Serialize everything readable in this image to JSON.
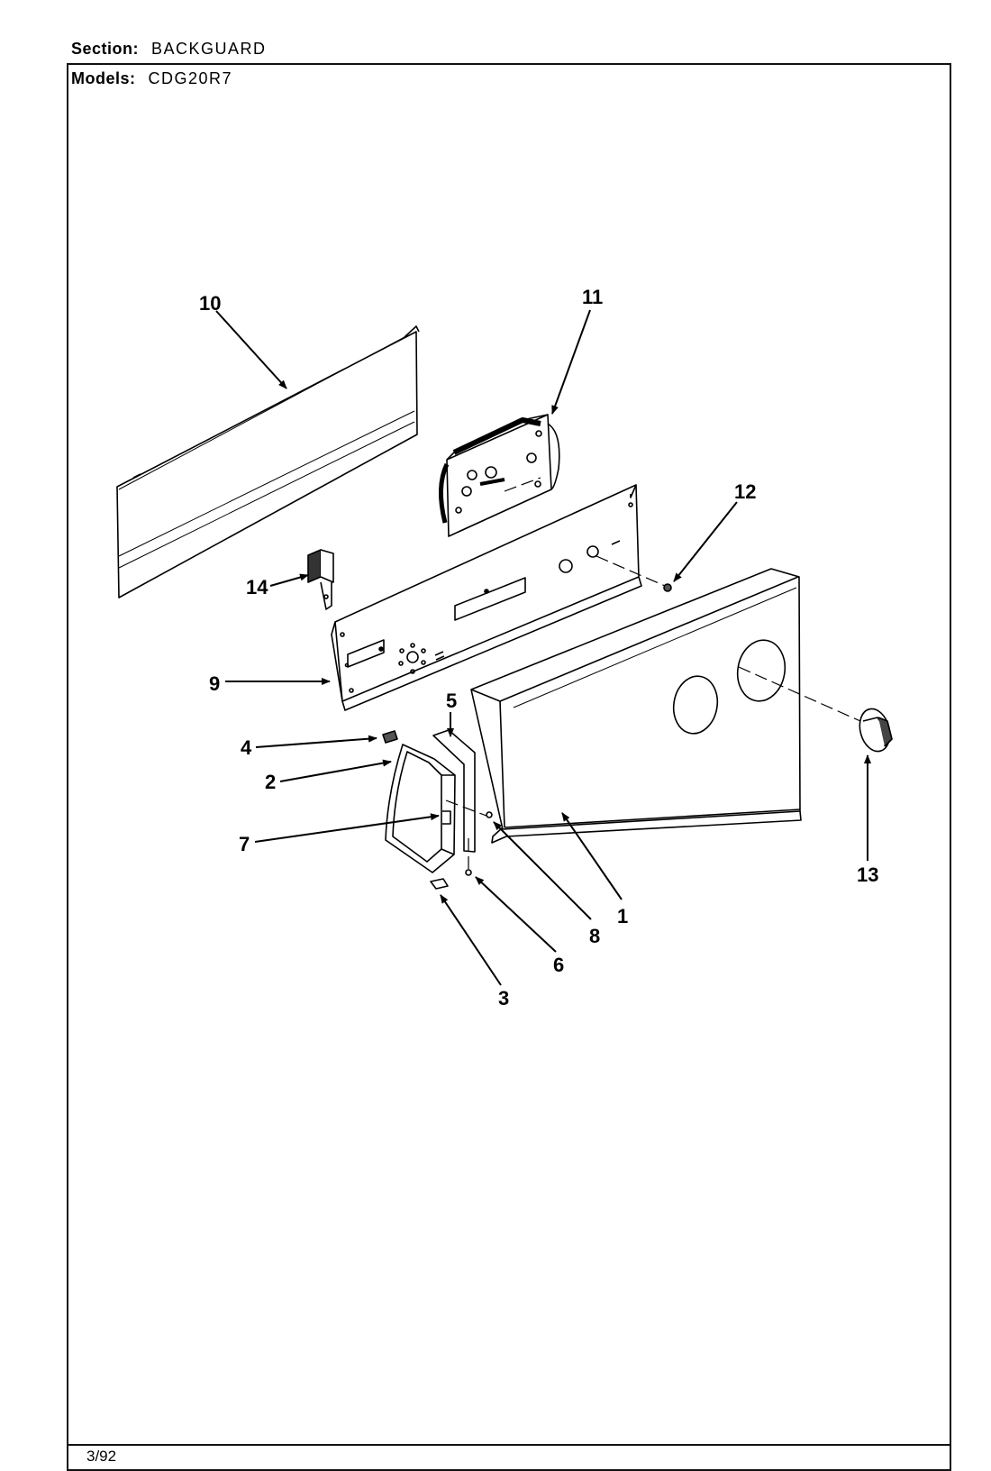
{
  "header": {
    "section_label": "Section:",
    "section_value": "BACKGUARD",
    "models_label": "Models:",
    "models_value": "CDG20R7"
  },
  "footer": {
    "date": "3/92"
  },
  "callouts": [
    "1",
    "2",
    "3",
    "4",
    "5",
    "6",
    "7",
    "8",
    "9",
    "10",
    "11",
    "12",
    "13",
    "14"
  ]
}
